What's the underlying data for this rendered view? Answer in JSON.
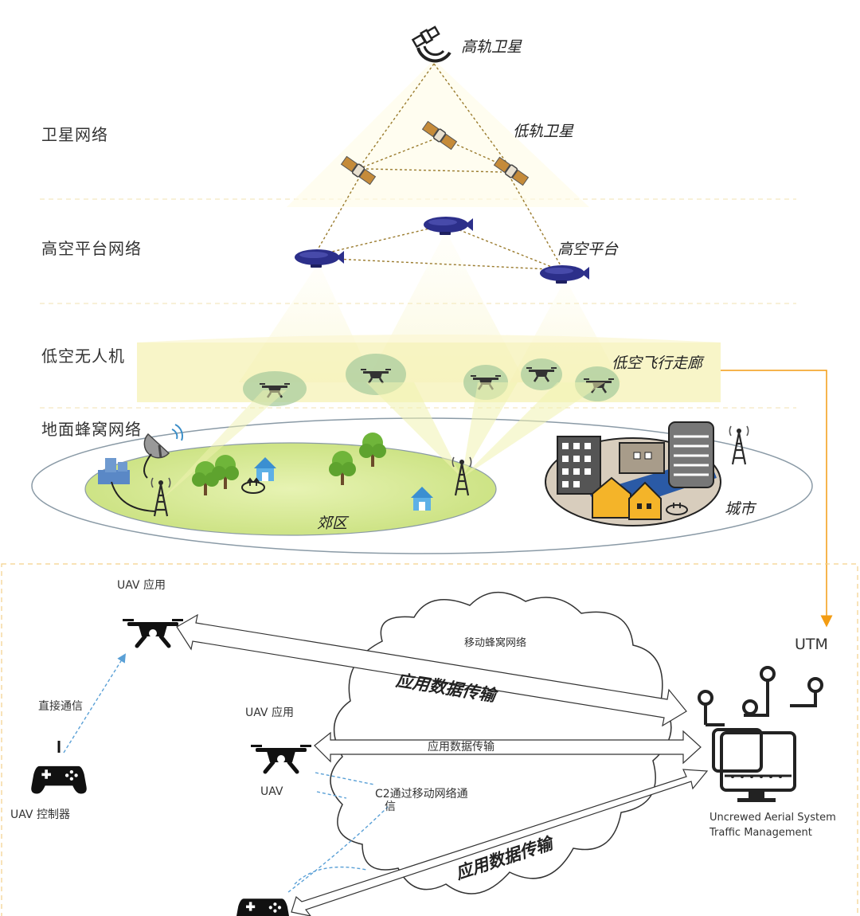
{
  "layers": {
    "satellite": "卫星网络",
    "hap": "高空平台网络",
    "low_uav": "低空无人机",
    "cellular": "地面蜂窝网络"
  },
  "nodes": {
    "geo_satellite": "高轨卫星",
    "leo_satellite": "低轨卫星",
    "hap_platform": "高空平台",
    "low_corridor": "低空飞行走廊",
    "suburb": "郊区",
    "city": "城市"
  },
  "bottom": {
    "uav_app_1": "UAV 应用",
    "direct_comm": "直接通信",
    "uav_controller": "UAV 控制器",
    "uav_app_2": "UAV 应用",
    "uav": "UAV",
    "mobile_cellular": "移动蜂窝网络",
    "app_data_top": "应用数据传输",
    "app_data_mid": "应用数据传输",
    "app_data_bottom": "应用数据传输",
    "c2_line1": "C2通过移动网络通",
    "c2_line2": "信",
    "utm": "UTM",
    "utm_desc_1": "Uncrewed Aerial System",
    "utm_desc_2": "Traffic Management"
  },
  "colors": {
    "accent": "#f39c12",
    "blimp": "#2c2f8a",
    "ground_green": "#d7ea96",
    "beam_yellow": "#f7f3bf",
    "drone_green": "#9dc39a",
    "link_dash": "#9a7b2d"
  }
}
